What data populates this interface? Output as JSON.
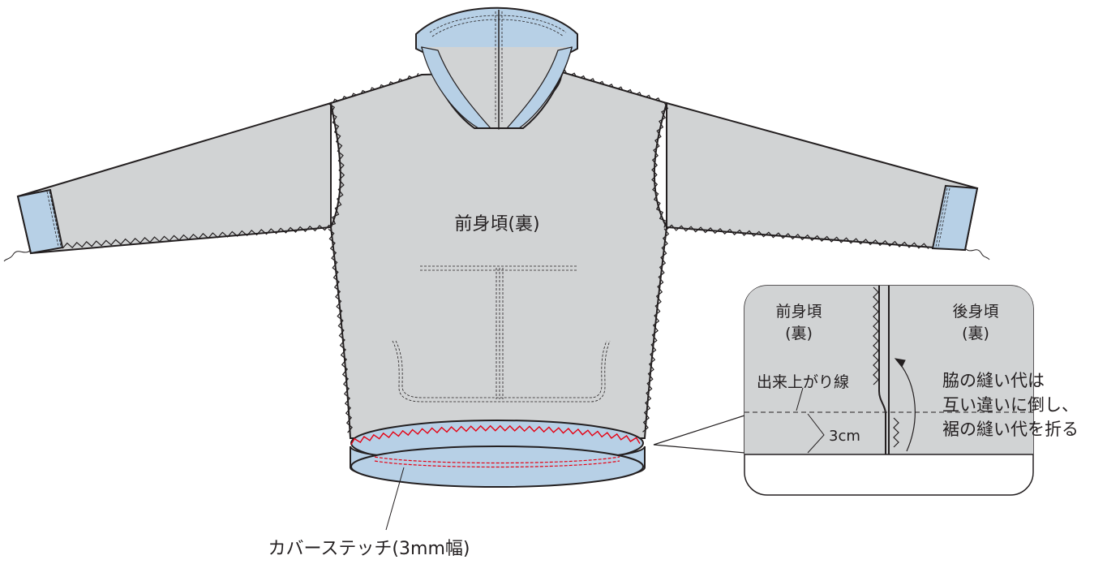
{
  "labels": {
    "front_body": "前身頃(裏)",
    "caption": "カバーステッチ(3mm幅)",
    "inset_front_line1": "前身頃",
    "inset_front_line2": "(裏)",
    "inset_back_line1": "後身頃",
    "inset_back_line2": "(裏)",
    "finish_line": "出来上がり線",
    "measure": "3cm",
    "note_line1": "脇の縫い代は",
    "note_line2": "互い違いに倒し、",
    "note_line3": "裾の縫い代を折る"
  },
  "colors": {
    "body_fabric": "#d1d3d4",
    "rib_fabric": "#b7d0e6",
    "outline": "#231f20",
    "cover_stitch": "#e60012",
    "background": "#ffffff"
  }
}
